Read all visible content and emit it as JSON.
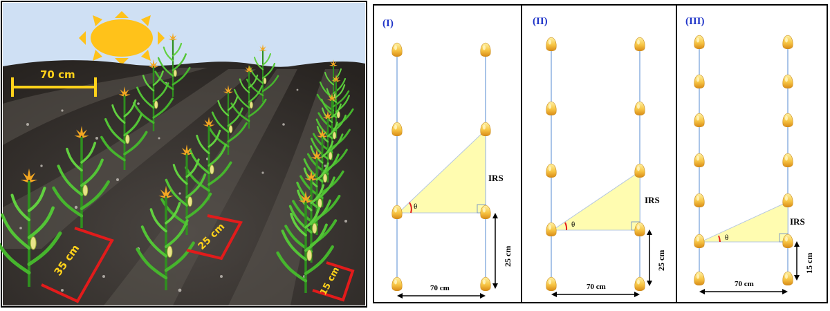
{
  "field": {
    "row_spacing_label": "70 cm",
    "spacing_35_label": "35 cm",
    "spacing_25_label": "25 cm",
    "spacing_15_label": "15 cm"
  },
  "panels": [
    {
      "id": "I",
      "roman": "(I)",
      "irs": "IRS",
      "theta": "θ",
      "row_spacing": "70 cm",
      "plant_spacing": "25 cm"
    },
    {
      "id": "II",
      "roman": "(II)",
      "irs": "IRS",
      "theta": "θ",
      "row_spacing": "70 cm",
      "plant_spacing": "25 cm"
    },
    {
      "id": "III",
      "roman": "(III)",
      "irs": "IRS",
      "theta": "θ",
      "row_spacing": "70 cm",
      "plant_spacing": "15 cm"
    }
  ],
  "colors": {
    "sky": "#cfe0f4",
    "sun": "#ffc21a",
    "soil_dark": "#2b2724",
    "soil_light": "#55504a",
    "plant": "#3fae2a",
    "tassel": "#f0a824",
    "measure_red": "#e21b1b",
    "measure_yellow": "#ffd21a",
    "triangle_fill": "#fffcb0",
    "row_line": "#a9c4e8",
    "label_blue": "#1f34c8"
  }
}
